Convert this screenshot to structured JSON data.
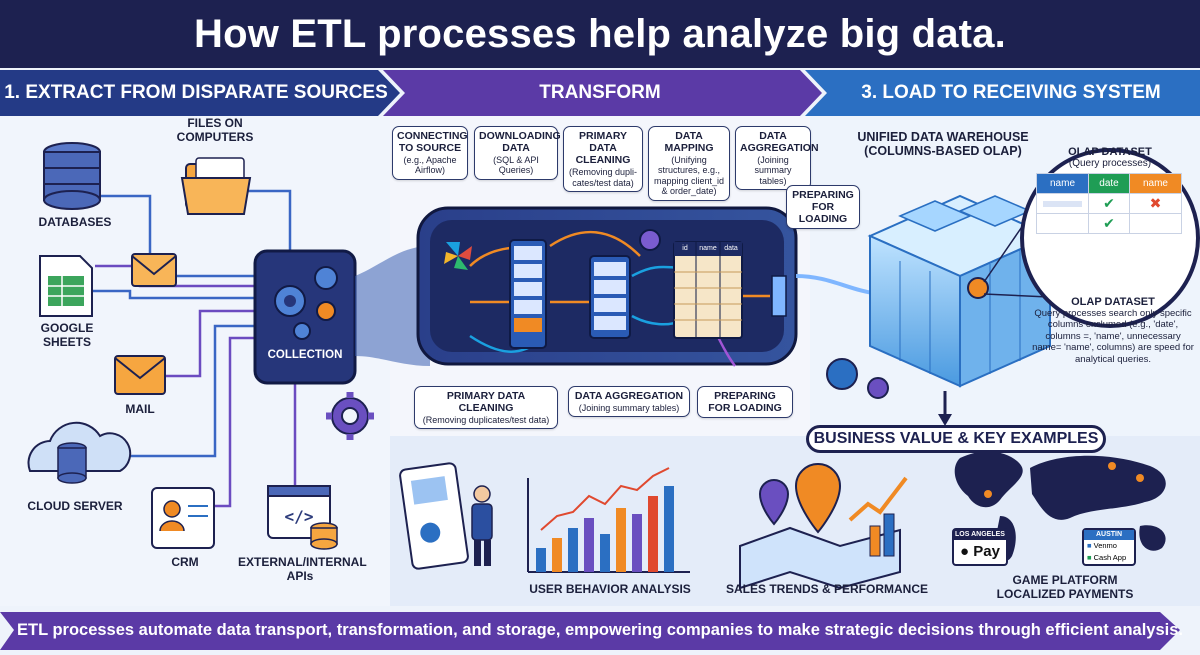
{
  "title": "How ETL processes help analyze big data.",
  "stages": {
    "extract": "1. EXTRACT FROM DISPARATE SOURCES",
    "transform": "TRANSFORM",
    "load": "3. LOAD TO RECEIVING SYSTEM"
  },
  "sources": {
    "databases": "DATABASES",
    "files": "FILES ON COMPUTERS",
    "google_sheets": "GOOGLE SHEETS",
    "mail": "MAIL",
    "cloud_server": "CLOUD SERVER",
    "crm": "CRM",
    "apis": "EXTERNAL/INTERNAL APIs"
  },
  "collection": "COLLECTION",
  "transform_top": [
    {
      "title": "CONNECTING TO SOURCE",
      "sub": "(e.g., Apache Airflow)"
    },
    {
      "title": "DOWNLOADING DATA",
      "sub": "(SQL & API Queries)"
    },
    {
      "title": "PRIMARY DATA CLEANING",
      "sub": "(Removing dupli-cates/test data)"
    },
    {
      "title": "DATA MAPPING",
      "sub": "(Unifying structures, e.g., mapping client_id & order_date)"
    },
    {
      "title": "DATA AGGREGATION",
      "sub": "(Joining summary tables)"
    }
  ],
  "preparing_top": "PREPARING FOR LOADING",
  "transform_bottom": [
    {
      "title": "PRIMARY DATA CLEANING",
      "sub": "(Removing duplicates/test data)"
    },
    {
      "title": "DATA AGGREGATION",
      "sub": "(Joining summary tables)"
    },
    {
      "title": "PREPARING FOR LOADING",
      "sub": ""
    }
  ],
  "mapping_table_headers": [
    "id",
    "name",
    "data"
  ],
  "warehouse": {
    "title": "UNIFIED DATA WAREHOUSE (COLUMNS-BASED OLAP)",
    "lens_title": "OLAP DATASET",
    "lens_sub": "(Query processes)",
    "headers": [
      "name",
      "date",
      "name"
    ],
    "desc_title": "OLAP DATASET",
    "desc": "Query processes search only specific columns exclumed (e.g., 'date', columns =, 'name', unnecessary name= 'name', columns) are speed for analytical queries."
  },
  "business": {
    "heading": "BUSINESS VALUE & KEY EXAMPLES",
    "user_behavior": "USER BEHAVIOR ANALYSIS",
    "sales": "SALES TRENDS & PERFORMANCE",
    "game": "GAME PLATFORM LOCALIZED PAYMENTS",
    "los_angeles": "LOS ANGELES",
    "apple_pay": "Pay",
    "austin": "AUSTIN",
    "venmo": "Venmo",
    "cash_app": "Cash App"
  },
  "footer": "ETL processes automate data transport, transformation, and storage, empowering companies to make strategic decisions through efficient analysis.",
  "colors": {
    "navy": "#1d2150",
    "purple": "#5b3aa6",
    "blue": "#2b6fc2",
    "orange": "#f08a24",
    "green": "#1f9d55",
    "red": "#e0492f"
  }
}
